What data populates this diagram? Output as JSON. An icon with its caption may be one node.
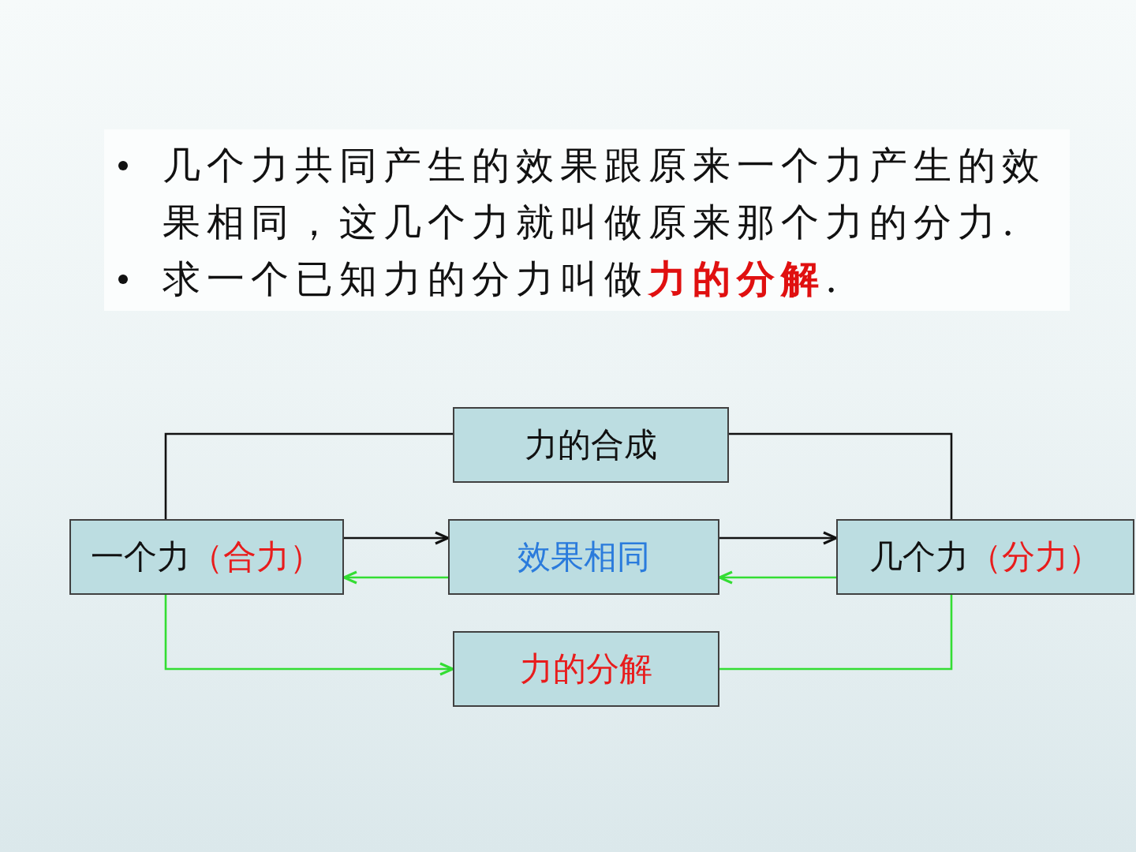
{
  "diagram": {
    "nodes": [
      {
        "text": [
          "力的合成"
        ]
      },
      {
        "text": [
          "一个力",
          "（合力）"
        ]
      },
      {
        "text": [
          "效果相同"
        ]
      },
      {
        "text": [
          "几个力",
          "（分力）"
        ]
      },
      {
        "text": [
          "力的分解"
        ]
      }
    ],
    "edges": [
      {
        "from": 1,
        "to": 0,
        "arrow": "none"
      },
      {
        "from": 0,
        "to": 3,
        "arrow": "none"
      },
      {
        "from": 1,
        "to": 2,
        "arrow": "to"
      },
      {
        "from": 2,
        "to": 3,
        "arrow": "to"
      },
      {
        "from": 3,
        "to": 2,
        "arrow": "to",
        "color": "#33dd33"
      },
      {
        "from": 2,
        "to": 1,
        "arrow": "to",
        "color": "#33dd33"
      },
      {
        "from": 1,
        "to": 4,
        "arrow": "to",
        "color": "#33dd33"
      },
      {
        "from": 3,
        "to": 4,
        "arrow": "none",
        "color": "#33dd33"
      }
    ],
    "labels": [
      "几个力共同产生的效果跟原来一个力产生的效果相同，这几个力就叫做原来那个力的分力.",
      "求一个已知力的分力叫做**力的分解**."
    ]
  }
}
